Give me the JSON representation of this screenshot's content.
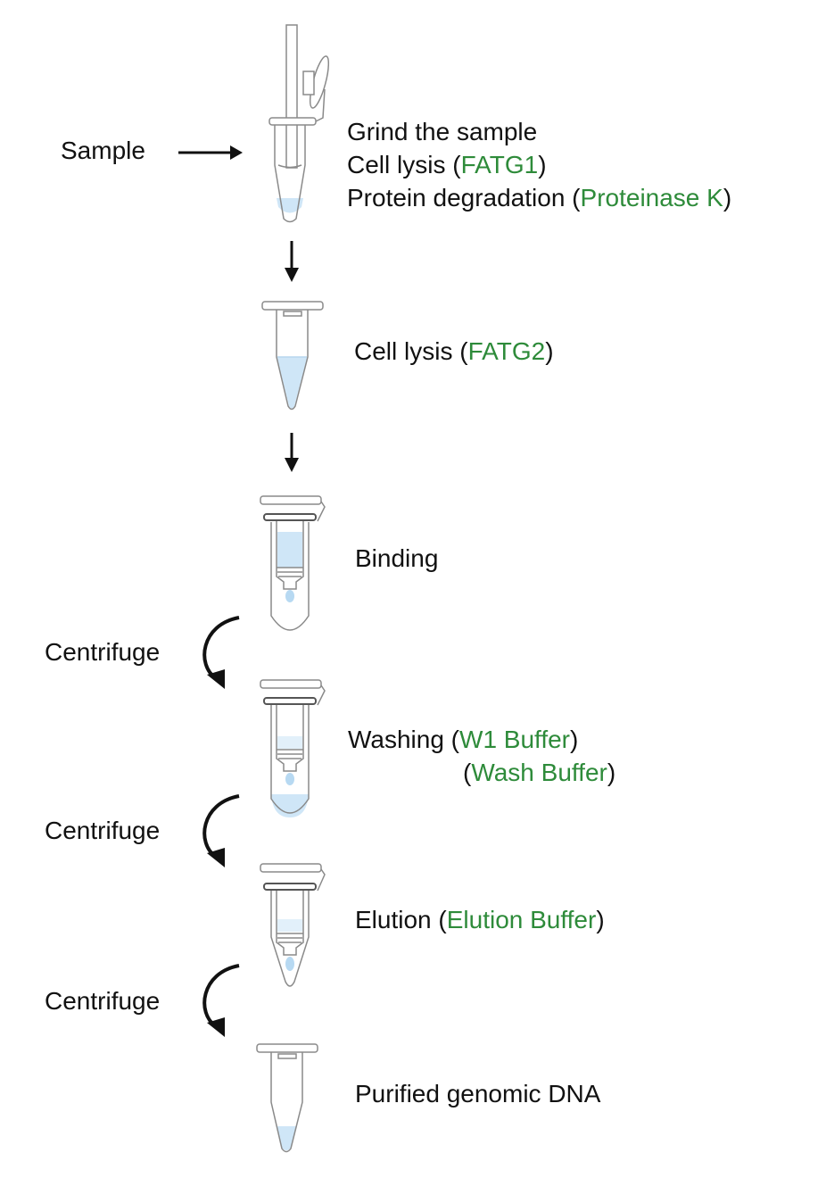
{
  "colors": {
    "reagent": "#2e8b3a",
    "liquid": "#cfe6f7",
    "outline": "#8a8a8a"
  },
  "sample_label": "Sample",
  "steps": {
    "grind": {
      "line1": "Grind the sample",
      "line2_prefix": "Cell lysis (",
      "line2_reagent": "FATG1",
      "line2_suffix": ")",
      "line3_prefix": "Protein degradation (",
      "line3_reagent": "Proteinase K",
      "line3_suffix": ")"
    },
    "lysis2": {
      "prefix": "Cell lysis (",
      "reagent": "FATG2",
      "suffix": ")"
    },
    "binding": {
      "label": "Binding"
    },
    "washing": {
      "prefix": "Washing (",
      "reagent1": "W1 Buffer",
      "suffix1": ")",
      "prefix2": "(",
      "reagent2": "Wash Buffer",
      "suffix2": ")"
    },
    "elution": {
      "prefix": "Elution (",
      "reagent": "Elution Buffer",
      "suffix": ")"
    },
    "final": {
      "label": "Purified genomic DNA"
    }
  },
  "centrifuge_labels": [
    "Centrifuge",
    "Centrifuge",
    "Centrifuge"
  ]
}
